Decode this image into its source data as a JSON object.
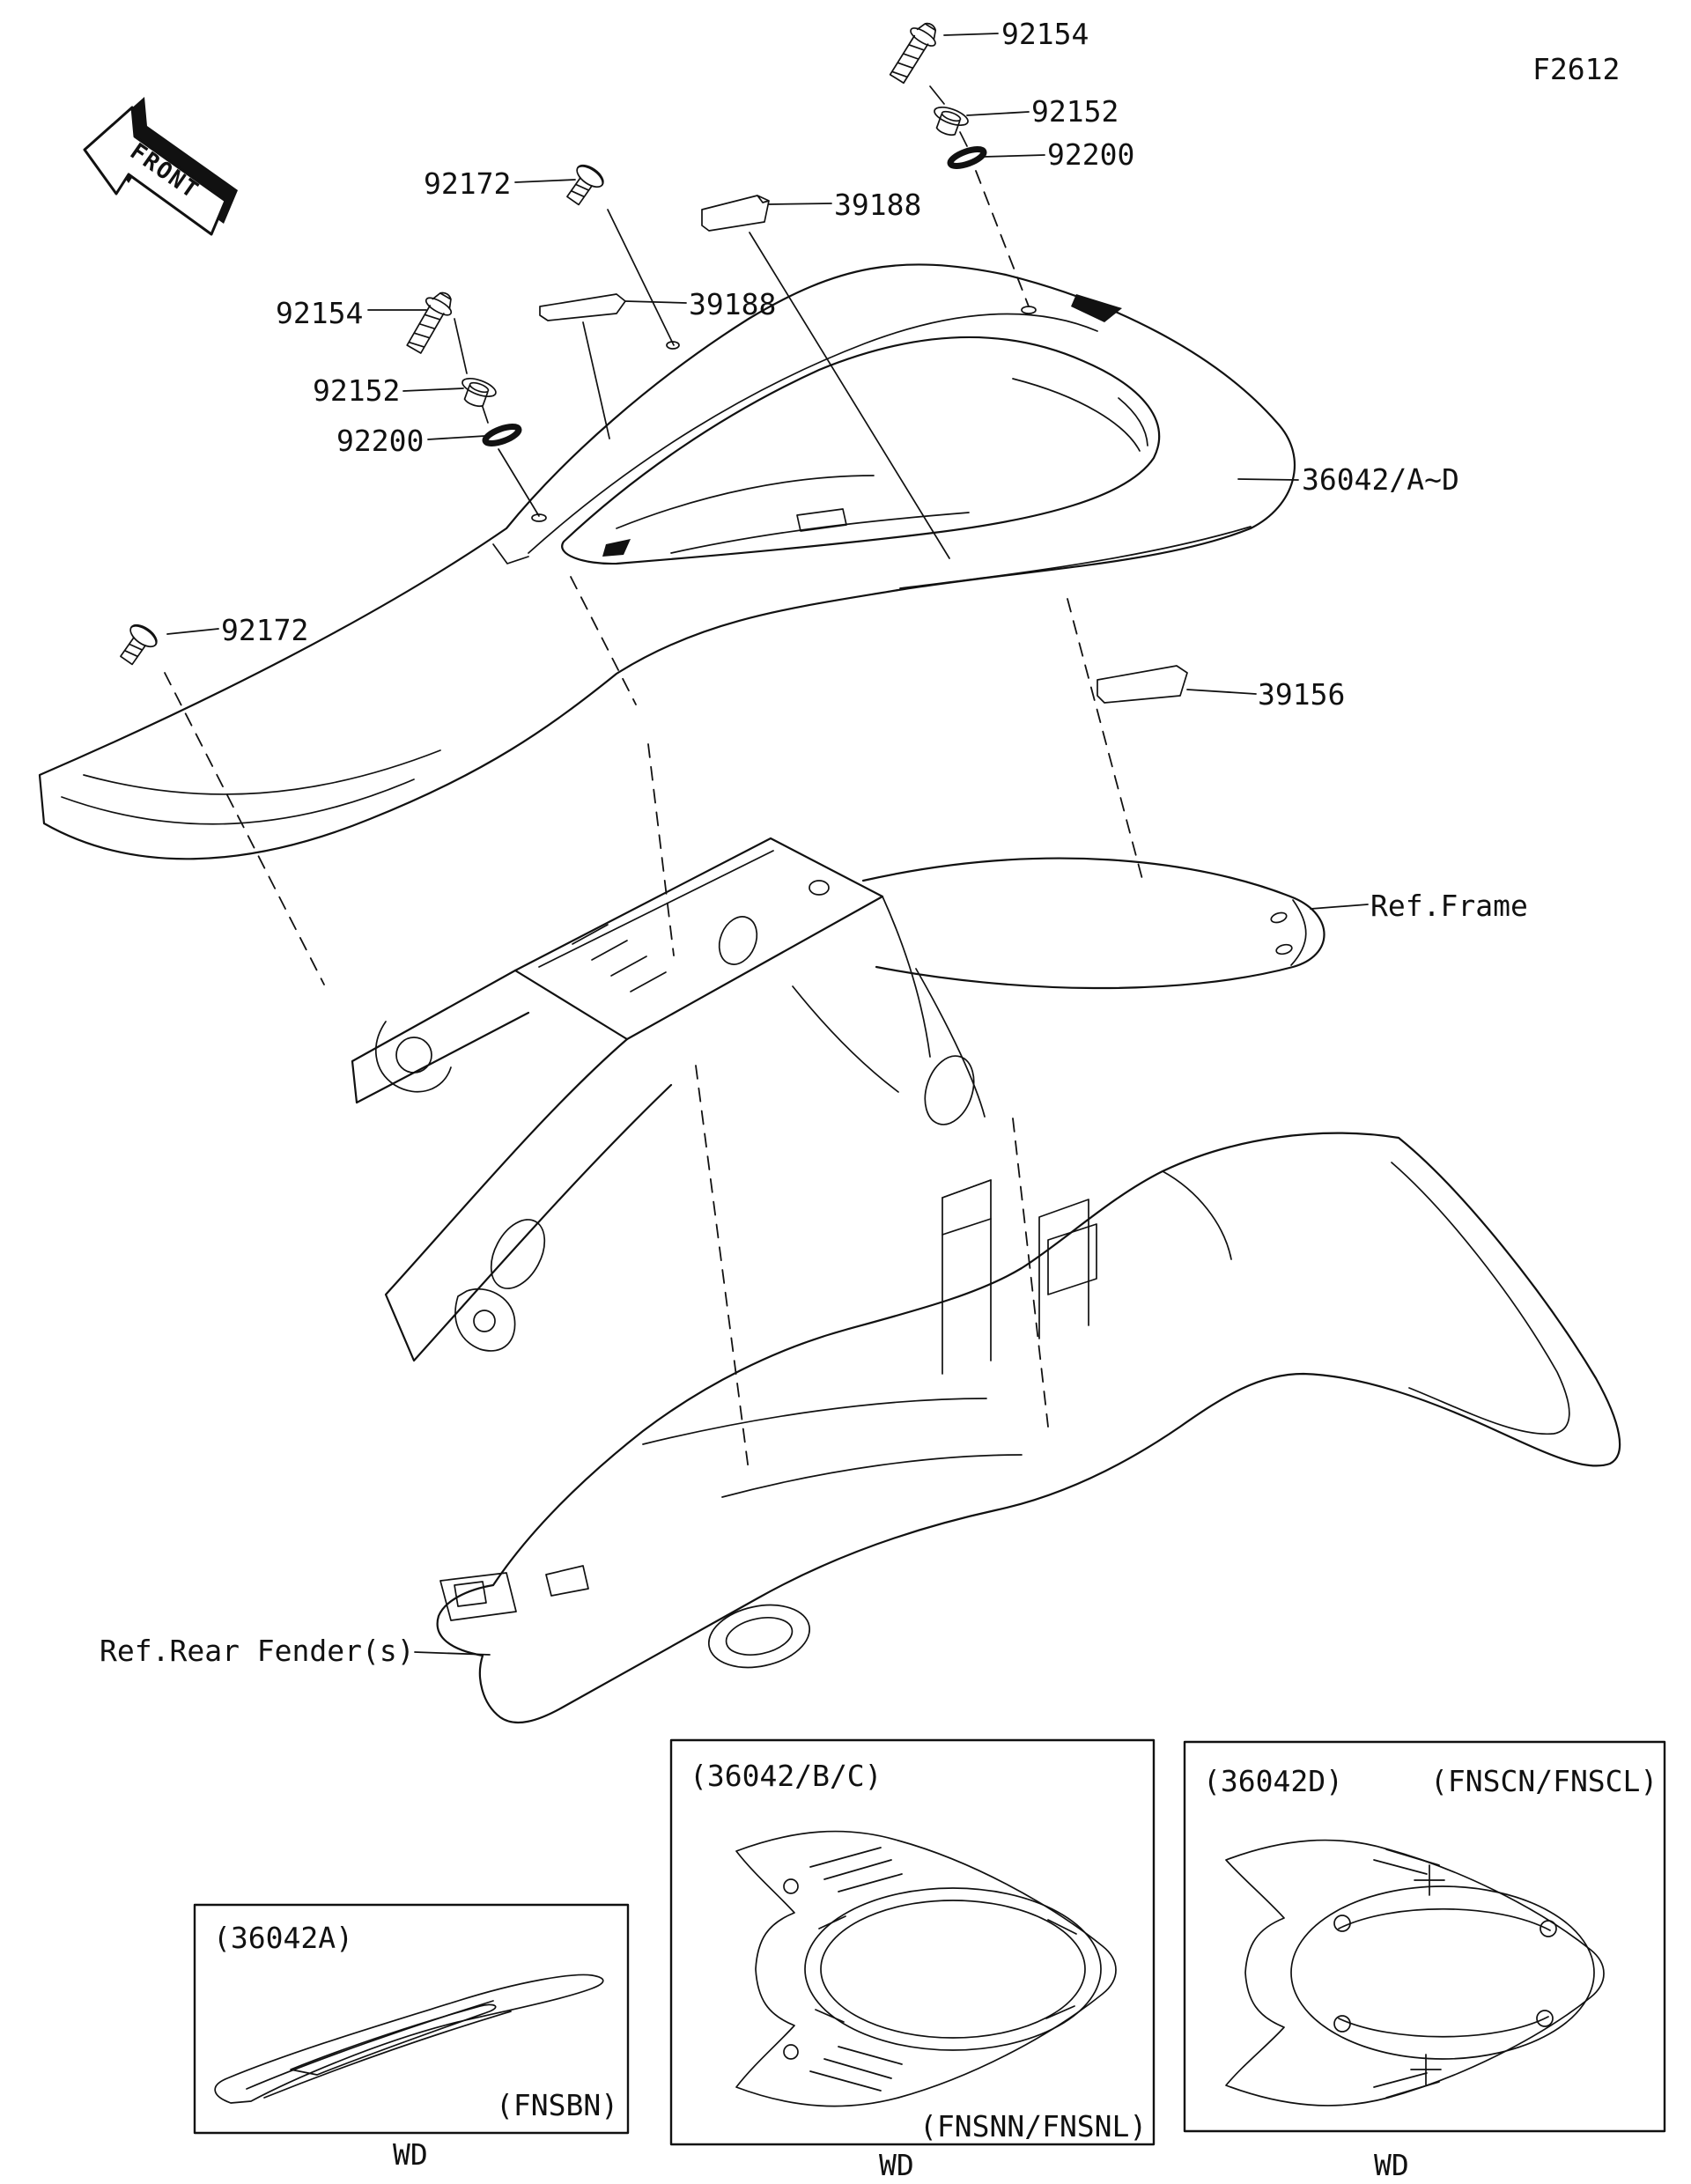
{
  "page": {
    "figure_code": "F2612",
    "background": "#ffffff",
    "line_color": "#111111"
  },
  "front_arrow": {
    "label": "FRONT"
  },
  "callouts": {
    "bolt_top": {
      "part_no": "92154"
    },
    "washer_top": {
      "part_no": "92152"
    },
    "damper_top": {
      "part_no": "92200"
    },
    "screw_top": {
      "part_no": "92172"
    },
    "pad_top": {
      "part_no": "39188"
    },
    "pad_mid": {
      "part_no": "39188"
    },
    "bolt_left": {
      "part_no": "92154"
    },
    "washer_left": {
      "part_no": "92152"
    },
    "damper_left": {
      "part_no": "92200"
    },
    "screw_left": {
      "part_no": "92172"
    },
    "cover_assembly": {
      "part_no": "36042/A~D"
    },
    "pad_right": {
      "part_no": "39156"
    },
    "frame_ref": {
      "label": "Ref.Frame"
    },
    "rear_fender_ref": {
      "label": "Ref.Rear Fender(s)"
    }
  },
  "variant_boxes": [
    {
      "part_code": "(36042A)",
      "color_code": "(FNSBN)",
      "note": "WD"
    },
    {
      "part_code": "(36042/B/C)",
      "color_code": "(FNSNN/FNSNL)",
      "note": "WD"
    },
    {
      "part_code": "(36042D)",
      "color_code": "(FNSCN/FNSCL)",
      "note": "WD"
    }
  ]
}
